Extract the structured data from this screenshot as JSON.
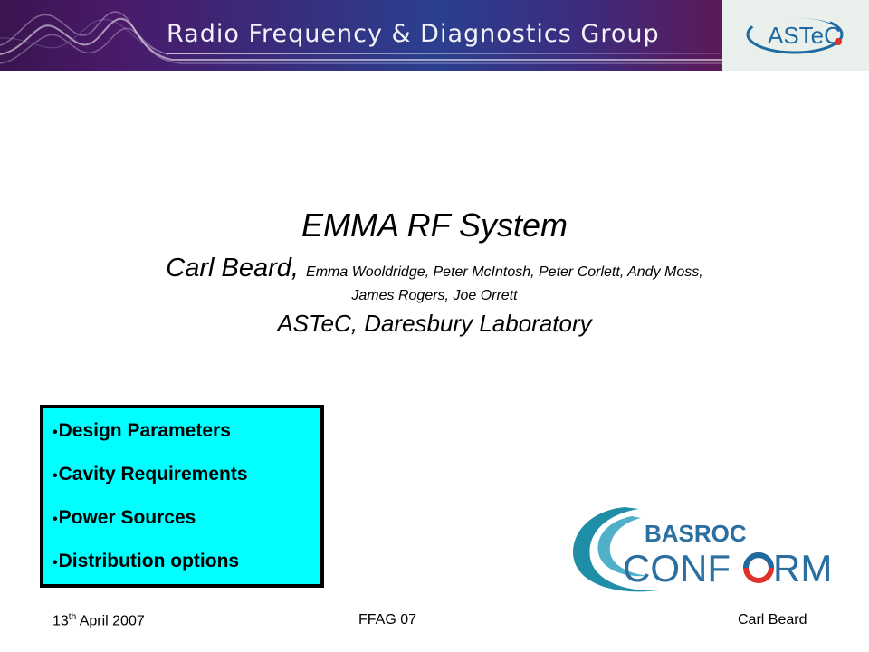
{
  "banner": {
    "title": "Radio Frequency & Diagnostics Group",
    "logo_text": "ASTeC"
  },
  "slide": {
    "title": "EMMA RF System",
    "lead_author": "Carl Beard, ",
    "co_authors_line1": "Emma Wooldridge, Peter McIntosh, Peter Corlett, Andy Moss,",
    "co_authors_line2": "James Rogers, Joe Orrett",
    "affiliation": "ASTeC, Daresbury Laboratory"
  },
  "bullets": [
    "Design Parameters",
    "Cavity Requirements",
    "Power Sources",
    "Distribution options"
  ],
  "basroc_logo": {
    "top_text": "BASROC",
    "bottom_text_1": "CONF",
    "bottom_text_2": "RM"
  },
  "footer": {
    "date_day": "13",
    "date_suffix": "th",
    "date_rest": " April 2007",
    "conference": "FFAG 07",
    "author": "Carl Beard"
  },
  "colors": {
    "bullet_box_bg": "#00ffff",
    "logo_blue": "#1f6aa0",
    "logo_red": "#e0302a",
    "basroc_teal": "#1f8fa8"
  }
}
